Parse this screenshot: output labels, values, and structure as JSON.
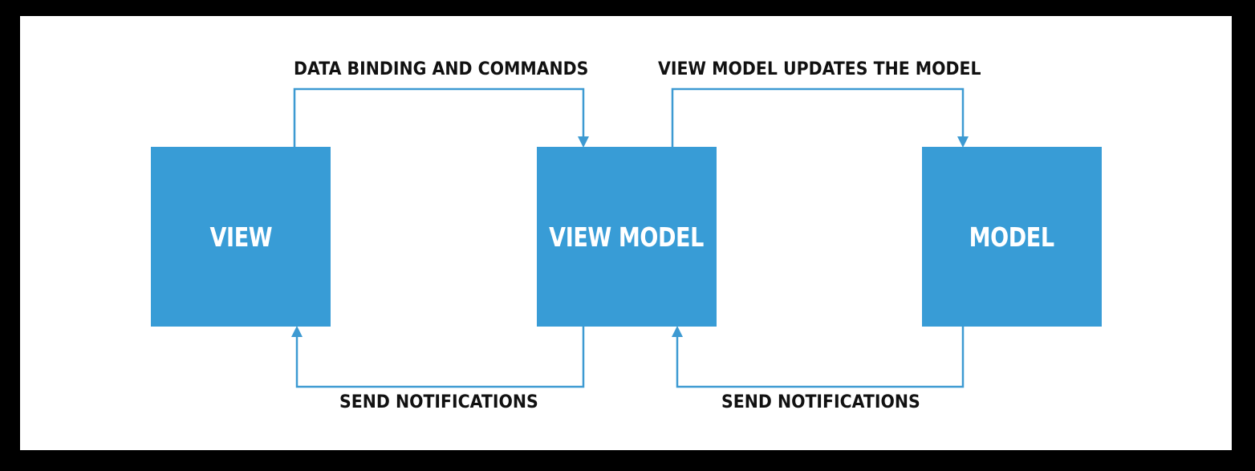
{
  "colors": {
    "background": "#000000",
    "canvas": "#ffffff",
    "box_fill": "#389cd6",
    "box_text": "#ffffff",
    "connector": "#3d9ad2",
    "label_text": "#111111"
  },
  "nodes": {
    "view": {
      "label": "VIEW"
    },
    "view_model": {
      "label": "VIEW MODEL"
    },
    "model": {
      "label": "MODEL"
    }
  },
  "edges": {
    "view_to_viewmodel": {
      "label": "DATA BINDING AND COMMANDS"
    },
    "viewmodel_to_model": {
      "label": "VIEW MODEL UPDATES THE MODEL"
    },
    "viewmodel_to_view": {
      "label": "SEND NOTIFICATIONS"
    },
    "model_to_viewmodel": {
      "label": "SEND NOTIFICATIONS"
    }
  }
}
